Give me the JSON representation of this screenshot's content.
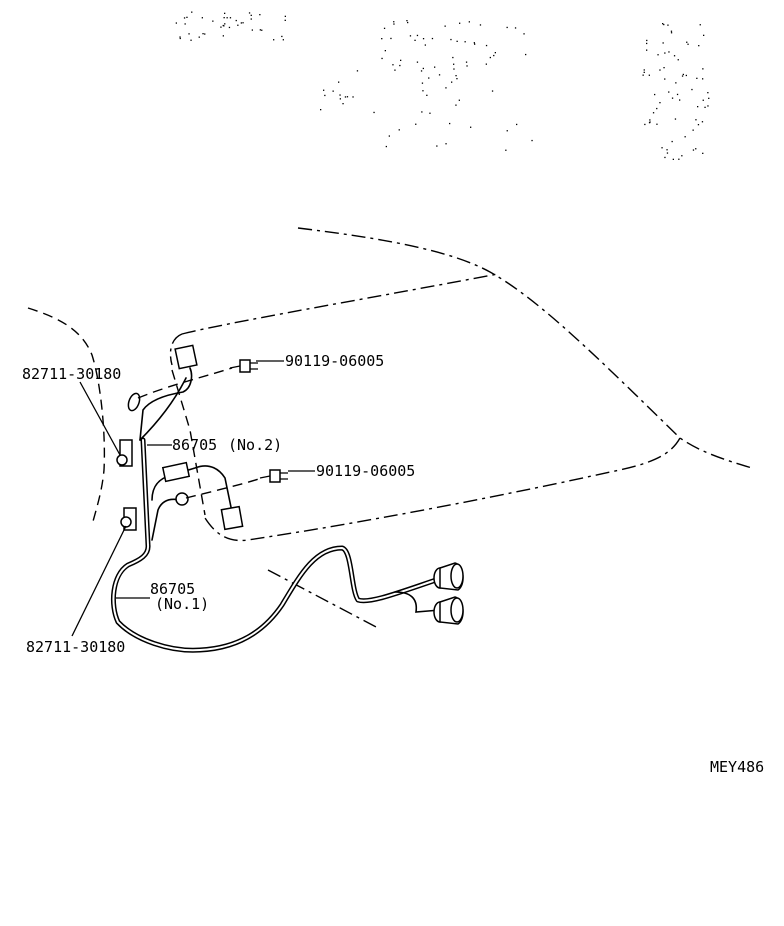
{
  "diagram": {
    "labels": {
      "clip_upper": "82711-30180",
      "clip_lower": "82711-30180",
      "bolt_upper": "90119-06005",
      "bolt_lower": "90119-06005",
      "wire_no2_part": "86705",
      "wire_no2_suffix": "(No.2)",
      "wire_no1_part": "86705",
      "wire_no1_suffix": "(No.1)",
      "drawing_code": "MEY486"
    }
  }
}
